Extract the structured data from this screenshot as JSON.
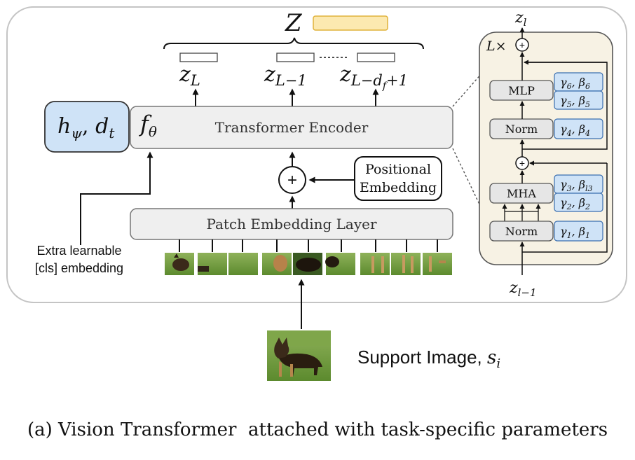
{
  "z_label": "Z",
  "outputs": {
    "z_l": "z",
    "z_l_sub": "L",
    "z_lm1": "z",
    "z_lm1_sub": "L−1",
    "z_ldf": "z",
    "z_ldf_sub": "L−",
    "z_ldf_d": "d",
    "z_ldf_f": "f",
    "z_ldf_tail": "+1"
  },
  "encoder": {
    "label": "Transformer Encoder",
    "f": "f",
    "f_sub": "θ"
  },
  "hpsi": {
    "h": "h",
    "h_sub": "ψ",
    "sep": ", ",
    "d": "d",
    "d_sub": "t"
  },
  "positional": [
    "Positional",
    "Embedding"
  ],
  "plus_symbol": "+",
  "patch_layer": "Patch Embedding Layer",
  "cls": [
    "Extra learnable",
    "[cls] embedding"
  ],
  "support": {
    "label": "Support Image, ",
    "s": "s",
    "s_sub": "i"
  },
  "block": {
    "repeat": "L×",
    "top_out": "z",
    "top_out_sub": "l",
    "bottom_in": "z",
    "bottom_in_sub": "l−1",
    "mlp": "MLP",
    "norm1": "Norm",
    "mha": "MHA",
    "norm2": "Norm",
    "params": [
      [
        "γ",
        "6",
        "β",
        "6"
      ],
      [
        "γ",
        "5",
        "β",
        "5"
      ],
      [
        "γ",
        "4",
        "β",
        "4"
      ],
      [
        "γ",
        "3",
        "β",
        "l3"
      ],
      [
        "γ",
        "2",
        "β",
        "2"
      ],
      [
        "γ",
        "1",
        "β",
        "1"
      ]
    ]
  },
  "caption": "(a) Vision Transformer  attached with task-specific parameters",
  "colors": {
    "panel_border": "#bdbdbd",
    "box_fill": "#efefef",
    "box_stroke": "#666666",
    "blue_fill": "#cfe3f7",
    "blue_stroke": "#3a6fb0",
    "yellow_fill": "#fce9b0",
    "yellow_stroke": "#e0b23a",
    "block_fill": "#f7f2e4",
    "grass": "#6f9a3a"
  }
}
